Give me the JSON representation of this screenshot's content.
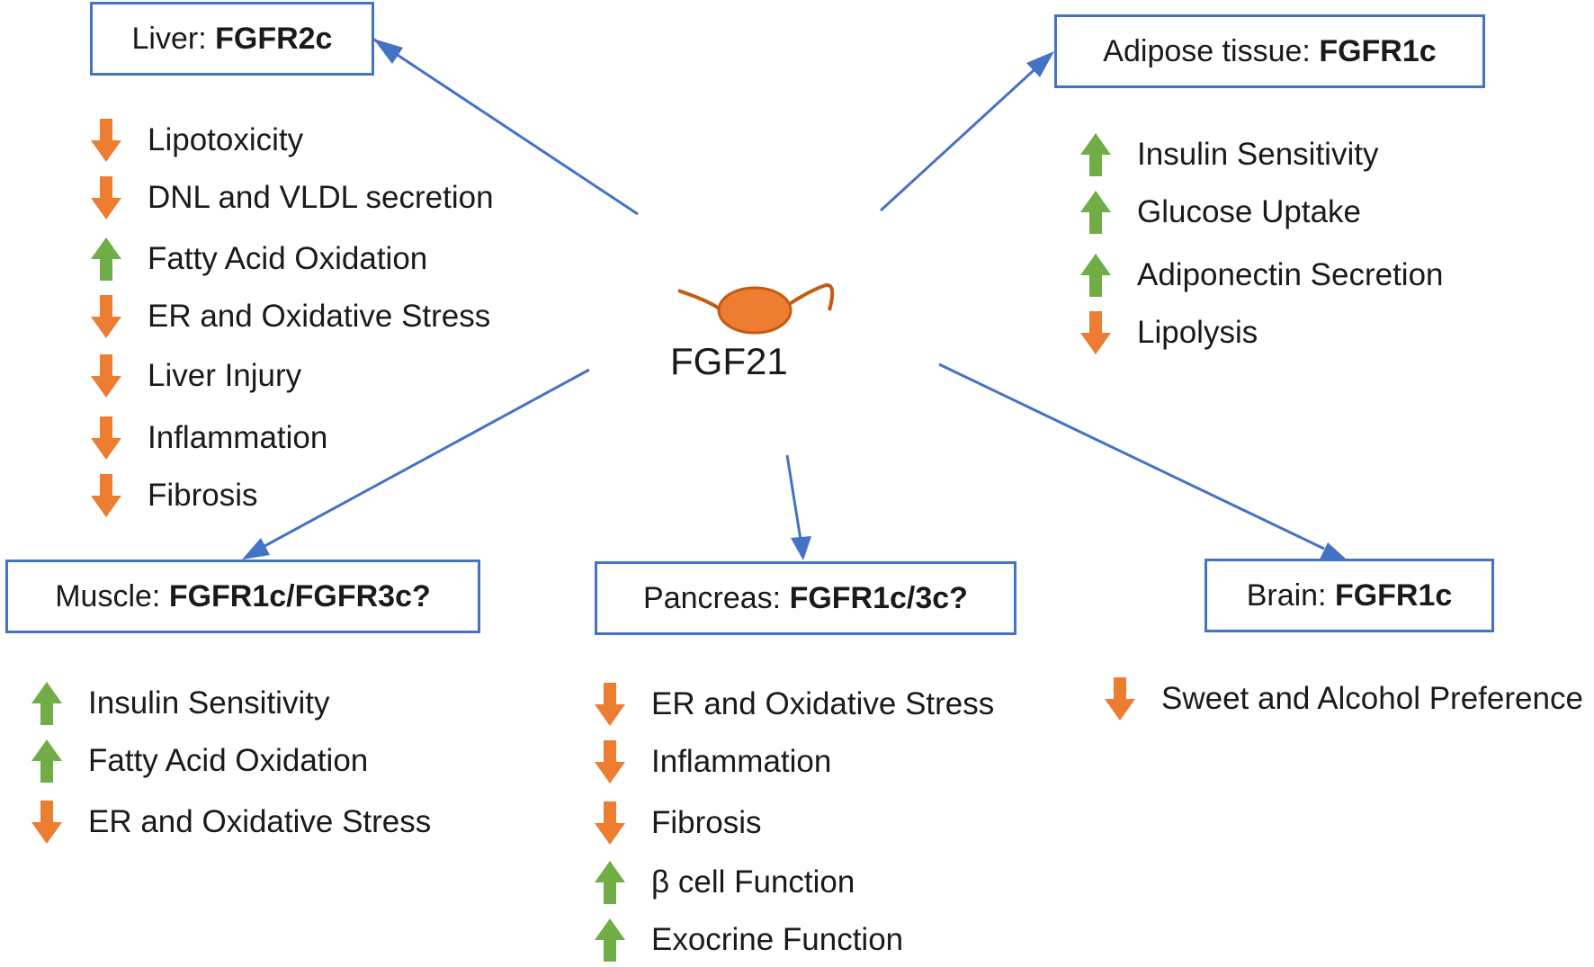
{
  "center": {
    "label": "FGF21"
  },
  "colors": {
    "arrow": "#4472c4",
    "up": "#70ad47",
    "down": "#ed7d31",
    "molecule": "#ed7d31",
    "molecule_stroke": "#c55a11"
  },
  "icons": {
    "up": "arrow-up-icon",
    "down": "arrow-down-icon",
    "molecule": "fgf21-molecule-icon"
  },
  "tissues": {
    "liver": {
      "name": "Liver: ",
      "receptor": "FGFR2c",
      "effects": [
        {
          "dir": "down",
          "label": "Lipotoxicity"
        },
        {
          "dir": "down",
          "label": "DNL and VLDL secretion"
        },
        {
          "dir": "up",
          "label": "Fatty Acid Oxidation"
        },
        {
          "dir": "down",
          "label": "ER and Oxidative Stress"
        },
        {
          "dir": "down",
          "label": "Liver Injury"
        },
        {
          "dir": "down",
          "label": "Inflammation"
        },
        {
          "dir": "down",
          "label": "Fibrosis"
        }
      ]
    },
    "adipose": {
      "name": "Adipose tissue: ",
      "receptor": "FGFR1c",
      "effects": [
        {
          "dir": "up",
          "label": "Insulin Sensitivity"
        },
        {
          "dir": "up",
          "label": "Glucose Uptake"
        },
        {
          "dir": "up",
          "label": "Adiponectin Secretion"
        },
        {
          "dir": "down",
          "label": "Lipolysis"
        }
      ]
    },
    "muscle": {
      "name": "Muscle: ",
      "receptor": "FGFR1c/FGFR3c?",
      "effects": [
        {
          "dir": "up",
          "label": "Insulin Sensitivity"
        },
        {
          "dir": "up",
          "label": "Fatty Acid Oxidation"
        },
        {
          "dir": "down",
          "label": "ER and Oxidative Stress"
        }
      ]
    },
    "pancreas": {
      "name": "Pancreas: ",
      "receptor": "FGFR1c/3c?",
      "effects": [
        {
          "dir": "down",
          "label": "ER and Oxidative Stress"
        },
        {
          "dir": "down",
          "label": "Inflammation"
        },
        {
          "dir": "down",
          "label": "Fibrosis"
        },
        {
          "dir": "up",
          "label": "β cell Function"
        },
        {
          "dir": "up",
          "label": "Exocrine Function"
        }
      ]
    },
    "brain": {
      "name": "Brain: ",
      "receptor": "FGFR1c",
      "effects": [
        {
          "dir": "down",
          "label": "Sweet and Alcohol Preference"
        }
      ]
    }
  }
}
